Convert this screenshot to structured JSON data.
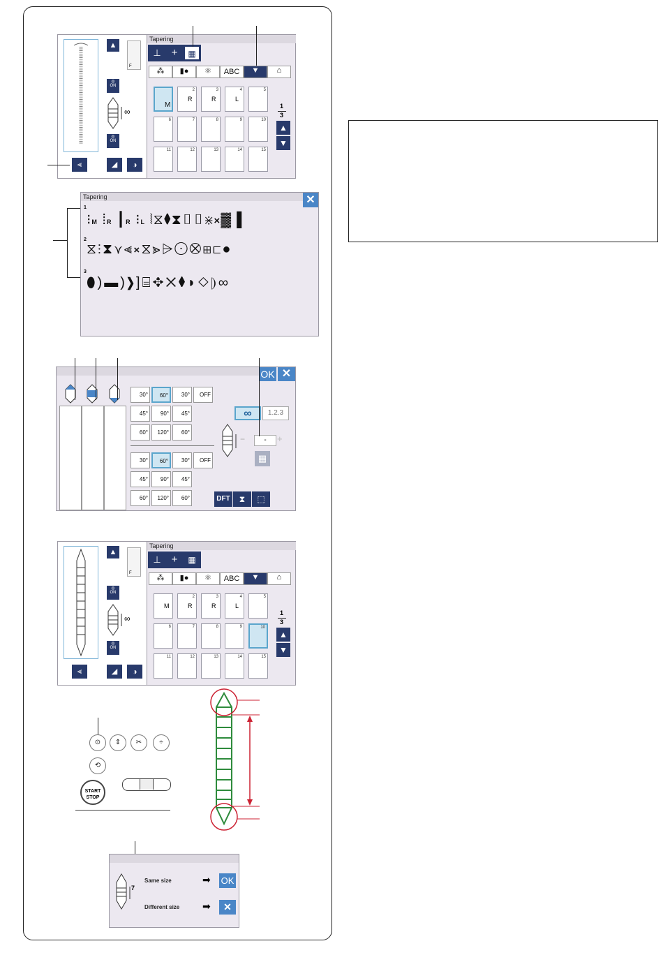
{
  "panel1": {
    "title": "Tapering",
    "tabs": [
      "ABC"
    ],
    "page_fraction": {
      "numerator": "1",
      "denominator": "3"
    },
    "on_label": "ON",
    "presser_letter": "F",
    "infinity": "∞",
    "cells": [
      {
        "n": "",
        "glyph": "M"
      },
      {
        "n": "2",
        "glyph": "R"
      },
      {
        "n": "3",
        "glyph": "R"
      },
      {
        "n": "4",
        "glyph": "L"
      },
      {
        "n": "5",
        "glyph": ""
      },
      {
        "n": "6",
        "glyph": ""
      },
      {
        "n": "7",
        "glyph": ""
      },
      {
        "n": "8",
        "glyph": ""
      },
      {
        "n": "9",
        "glyph": ""
      },
      {
        "n": "10",
        "glyph": ""
      },
      {
        "n": "11",
        "glyph": ""
      },
      {
        "n": "12",
        "glyph": ""
      },
      {
        "n": "13",
        "glyph": ""
      },
      {
        "n": "14",
        "glyph": ""
      },
      {
        "n": "15",
        "glyph": ""
      }
    ]
  },
  "panel2": {
    "title": "Tapering",
    "row_labels": [
      "1",
      "2",
      "3"
    ],
    "row1_letters": [
      "M",
      "R",
      "R",
      "L"
    ]
  },
  "panel3": {
    "ok_label": "OK",
    "start_angles": [
      "30°",
      "60°",
      "30°",
      "OFF",
      "45°",
      "90°",
      "45°",
      "60°",
      "120°",
      "60°"
    ],
    "end_angles": [
      "30°",
      "60°",
      "30°",
      "OFF",
      "45°",
      "90°",
      "45°",
      "60°",
      "120°",
      "60°"
    ],
    "infinity": "∞",
    "count_label": "1.2.3",
    "value": "-",
    "minus": "−",
    "plus": "+",
    "dft_label": "DFT"
  },
  "panel4": {
    "title": "Tapering",
    "tabs": [
      "ABC"
    ],
    "page_fraction": {
      "numerator": "1",
      "denominator": "3"
    },
    "on_label": "ON",
    "presser_letter": "F",
    "infinity": "∞"
  },
  "controls": {
    "start_stop_line1": "START",
    "start_stop_line2": "STOP"
  },
  "panel5": {
    "same_size": "Same size",
    "different_size": "Different size",
    "ok_label": "OK",
    "digit": "7"
  },
  "colors": {
    "navy": "#283a6b",
    "accent_blue": "#4a86c7",
    "selection": "#cfe6f2",
    "stitch_green": "#2e8b3c",
    "marker_red": "#cc2233"
  }
}
